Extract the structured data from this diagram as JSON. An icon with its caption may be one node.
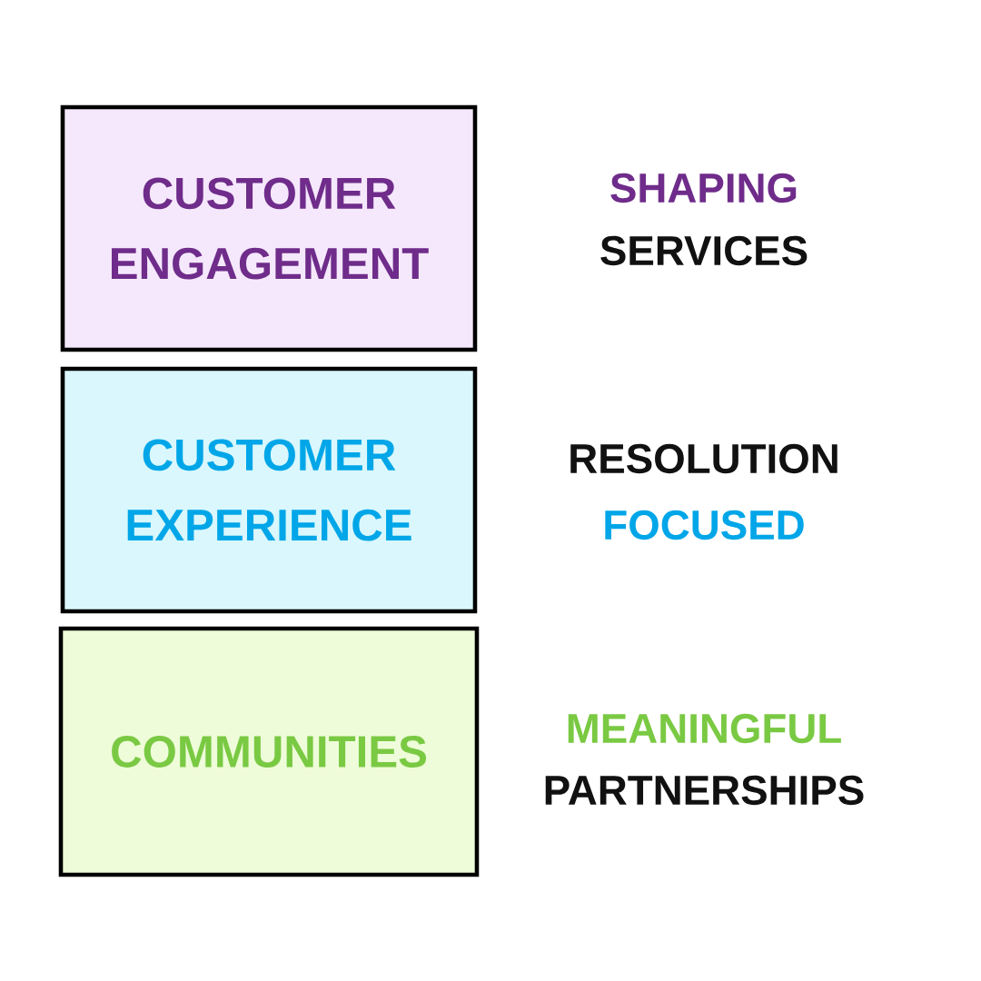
{
  "diagram": {
    "nodes": [
      {
        "text": [
          "CUSTOMER ENGAGEMENT"
        ]
      },
      {
        "text": [
          "CUSTOMER EXPERIENCE"
        ]
      },
      {
        "text": [
          "COMMUNITIES"
        ]
      }
    ],
    "labels": [
      "SHAPING",
      "SERVICES",
      "RESOLUTION",
      "FOCUSED",
      "MEANINGFUL",
      "PARTNERSHIPS"
    ]
  }
}
